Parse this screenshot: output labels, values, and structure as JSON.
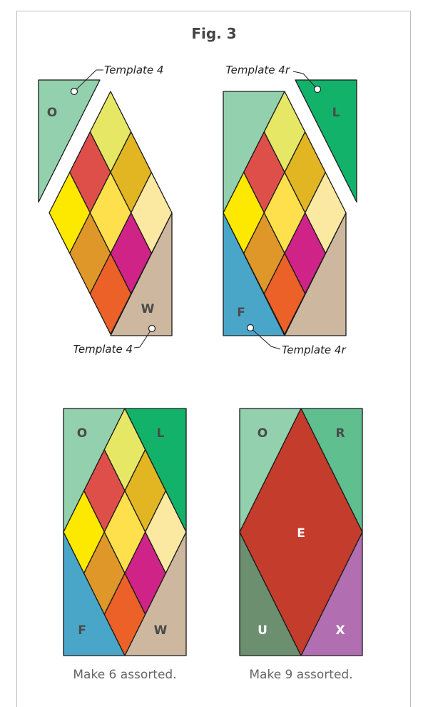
{
  "title": "Fig. 3",
  "colors": {
    "light_green": "#93d0ad",
    "green": "#13b26a",
    "mint": "#5fbf8f",
    "blue": "#4aa6c9",
    "tan": "#cdb79e",
    "red": "#c43c2c",
    "dark_green": "#6b8f6f",
    "purple": "#b16fb2",
    "diamond_palette": [
      "#e6e765",
      "#e2b522",
      "#fbe9a1",
      "#df4f4a",
      "#fde04c",
      "#cf2388",
      "#fde800",
      "#de9728",
      "#eb6128"
    ]
  },
  "top_left": {
    "label_o": "O",
    "label_w": "W",
    "template_top": "Template 4",
    "template_bottom": "Template 4"
  },
  "top_right": {
    "label_l": "L",
    "label_f": "F",
    "template_top": "Template 4r",
    "template_bottom": "Template 4r"
  },
  "bottom_left": {
    "label_o": "O",
    "label_l": "L",
    "label_f": "F",
    "label_w": "W",
    "caption": "Make 6 assorted."
  },
  "bottom_right": {
    "label_o": "O",
    "label_r": "R",
    "label_e": "E",
    "label_u": "U",
    "label_x": "X",
    "caption": "Make 9 assorted."
  }
}
